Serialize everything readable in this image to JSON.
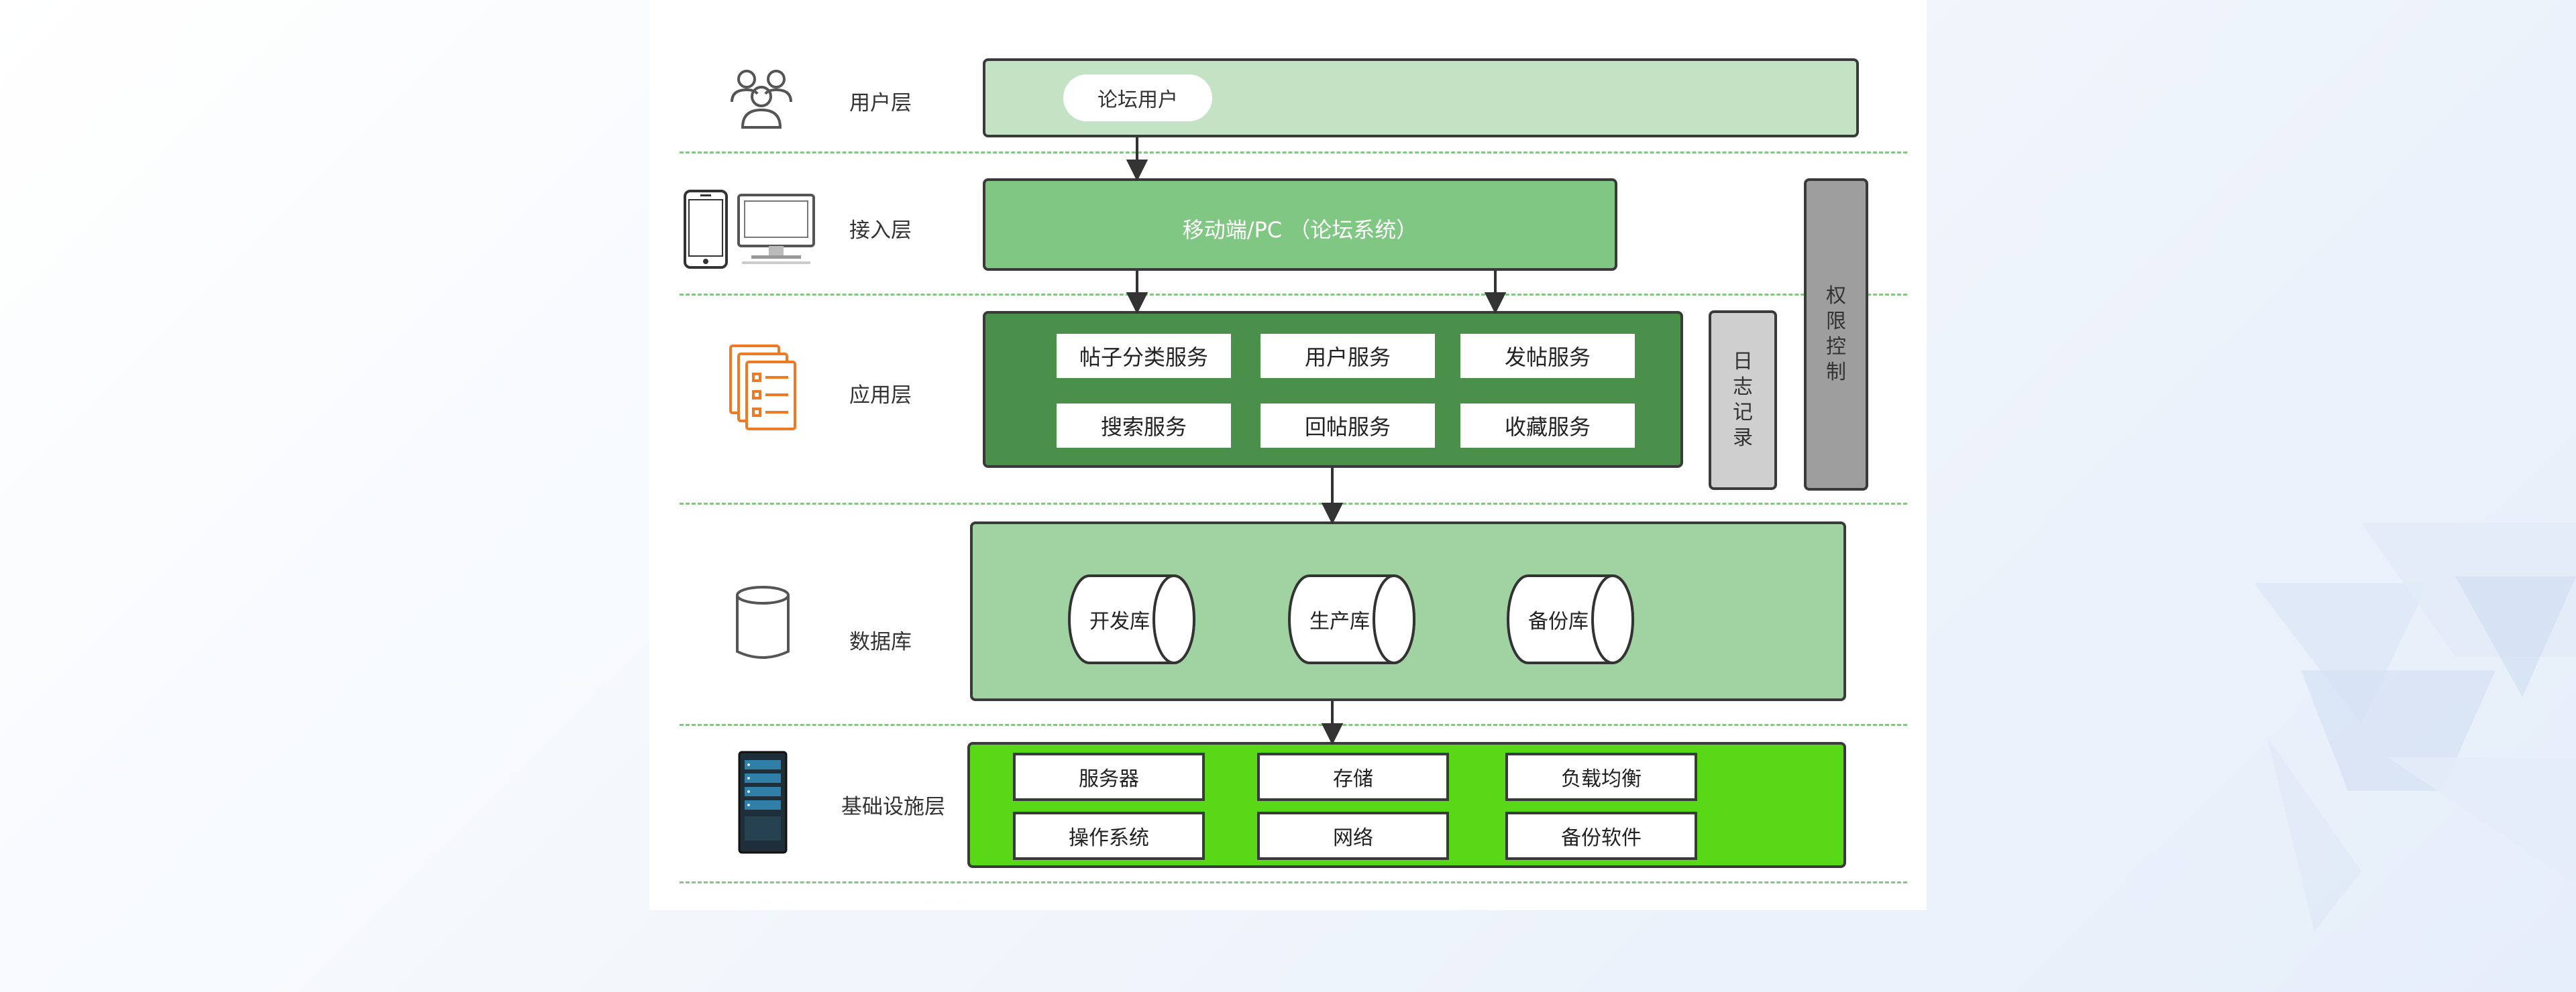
{
  "layers": {
    "user": {
      "label": "用户层",
      "pill": "论坛用户"
    },
    "access": {
      "label": "接入层",
      "title": "移动端/PC （论坛系统）"
    },
    "application": {
      "label": "应用层",
      "services": [
        "帖子分类服务",
        "用户服务",
        "发帖服务",
        "搜索服务",
        "回帖服务",
        "收藏服务"
      ]
    },
    "database": {
      "label": "数据库",
      "dbs": [
        "开发库",
        "生产库",
        "备份库"
      ]
    },
    "infrastructure": {
      "label": "基础设施层",
      "items": [
        "服务器",
        "存储",
        "负载均衡",
        "操作系统",
        "网络",
        "备份软件"
      ]
    }
  },
  "side_panels": {
    "log": "日志记录",
    "permission": "权限控制"
  },
  "icons": {
    "user": "users-icon",
    "access": "phone-and-monitor-icon",
    "application": "document-list-icon",
    "database": "database-cylinder-icon",
    "infrastructure": "server-rack-icon"
  },
  "colors": {
    "user_layer": "#c3e3c4",
    "access_layer": "#81c784",
    "application_layer": "#4a8f4a",
    "database_layer": "#a1d3a2",
    "infrastructure_layer": "#58d817",
    "log_panel": "#cfcfcf",
    "permission_panel": "#9e9e9e",
    "divider": "#86c586",
    "app_icon": "#f07a24"
  }
}
